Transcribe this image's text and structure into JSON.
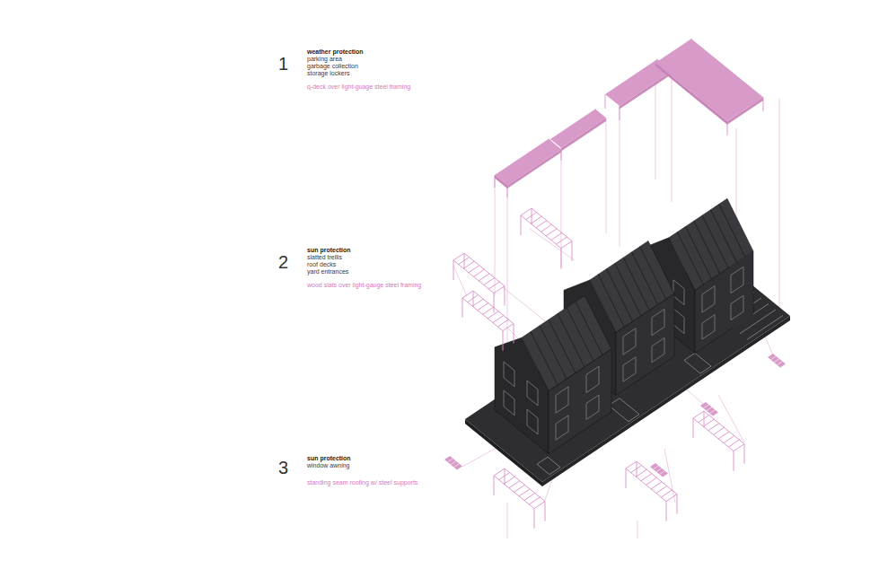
{
  "diagram": {
    "labels": [
      "1",
      "weather protection",
      "parking area",
      "garbage collection",
      "storage lockers",
      "q-deck over light-guage steel framing",
      "2",
      "sun protection",
      "slatted trellis",
      "roof decks",
      "yard entrances",
      "wood slats over light-gauge steel framing",
      "3",
      "sun protection",
      "window awning",
      "standing seam roofing w/ steel supports"
    ]
  }
}
